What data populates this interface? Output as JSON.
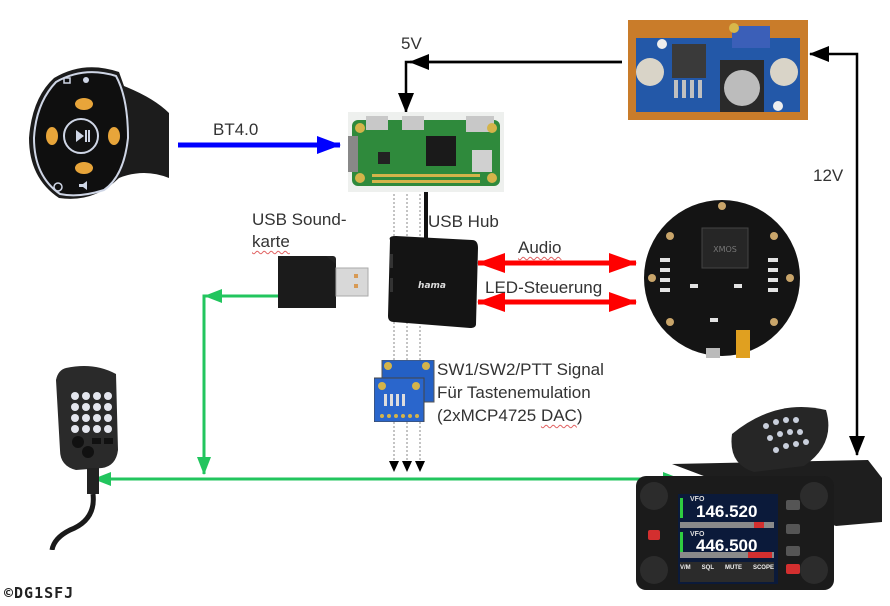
{
  "diagram": {
    "nodes": {
      "bt_remote": {
        "name": "Bluetooth steering-wheel remote"
      },
      "raspberry_pi": {
        "name": "Raspberry Pi Zero"
      },
      "dc_converter": {
        "name": "DC-DC step-down converter"
      },
      "usb_hub": {
        "name": "USB Hub",
        "brand": "hama"
      },
      "usb_soundcard": {
        "name": "USB Soundkarte"
      },
      "mic_array": {
        "name": "XMOS microphone array board",
        "chip_label": "XMOS"
      },
      "dac_boards": {
        "name": "2x MCP4725 DAC",
        "board_label": "MCP4725 DAC"
      },
      "hand_mic": {
        "name": "Hand microphone"
      },
      "radio": {
        "name": "Transceiver",
        "freq_a": "146.520",
        "freq_b": "446.500",
        "mode_a": "VFO",
        "mode_b": "VFO",
        "softkeys": [
          "V/M",
          "SQL",
          "MUTE",
          "SCOPE"
        ]
      }
    },
    "labels": {
      "five_v": "5V",
      "twelve_v": "12V",
      "bt": "BT4.0",
      "usb_sound_line1": "USB Sound-",
      "usb_sound_line2": "karte",
      "usb_hub": "USB Hub",
      "audio": "Audio",
      "led": "LED-Steuerung",
      "dac_line1": "SW1/SW2/PTT Signal",
      "dac_line2": "Für Tastenemulation",
      "dac_line3_a": "(2xMCP4725 ",
      "dac_line3_b": "DAC",
      "dac_line3_c": ")",
      "copyright": "©DG1SFJ"
    },
    "connections": [
      {
        "from": "dc_converter",
        "to": "raspberry_pi",
        "label": "5V",
        "color": "#000000"
      },
      {
        "from": "dc_converter",
        "to": "radio",
        "label": "12V",
        "color": "#000000",
        "bidirectional": true
      },
      {
        "from": "bt_remote",
        "to": "raspberry_pi",
        "label": "BT4.0",
        "color": "#0000ff"
      },
      {
        "from": "usb_hub",
        "to": "mic_array",
        "label": "Audio",
        "color": "#ff0000",
        "bidirectional": true
      },
      {
        "from": "usb_hub",
        "to": "mic_array",
        "label": "LED-Steuerung",
        "color": "#ff0000",
        "bidirectional": true
      },
      {
        "from": "usb_soundcard",
        "to": "hand_mic/radio",
        "color": "#22c55e"
      },
      {
        "from": "hand_mic",
        "to": "radio",
        "color": "#22c55e",
        "bidirectional": true
      },
      {
        "from": "raspberry_pi",
        "to": "dac_boards",
        "label": "SW1/SW2/PTT Signal",
        "color": "#000000",
        "style": "dotted"
      }
    ],
    "colors": {
      "bt": "#0000ff",
      "power": "#000000",
      "usb_link": "#ff0000",
      "audio_line": "#22c55e"
    }
  }
}
